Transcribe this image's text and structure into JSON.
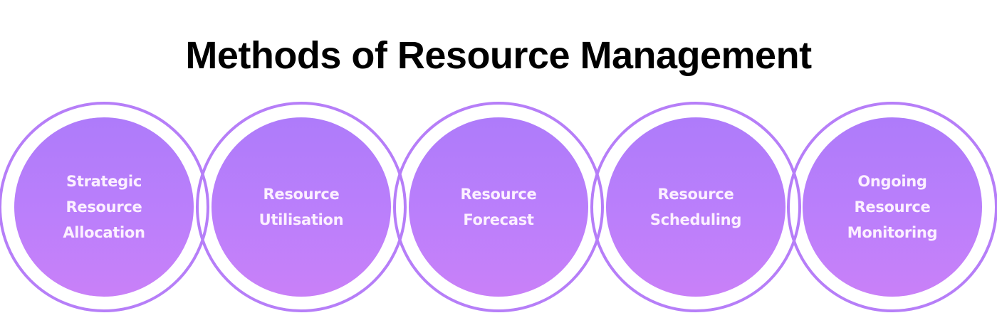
{
  "title": "Methods of Resource Management",
  "colors": {
    "ring_stroke": "#b67ef8",
    "disc_top": "#ae7bfa",
    "disc_bottom": "#c980f8",
    "label_text": "#fcf0ff",
    "title_text": "#000000",
    "background": "#ffffff"
  },
  "methods": [
    {
      "lines": [
        "Strategic",
        "Resource",
        "Allocation"
      ]
    },
    {
      "lines": [
        "Resource",
        "Utilisation"
      ]
    },
    {
      "lines": [
        "Resource",
        "Forecast"
      ]
    },
    {
      "lines": [
        "Resource",
        "Scheduling"
      ]
    },
    {
      "lines": [
        "Ongoing",
        "Resource",
        "Monitoring"
      ]
    }
  ]
}
